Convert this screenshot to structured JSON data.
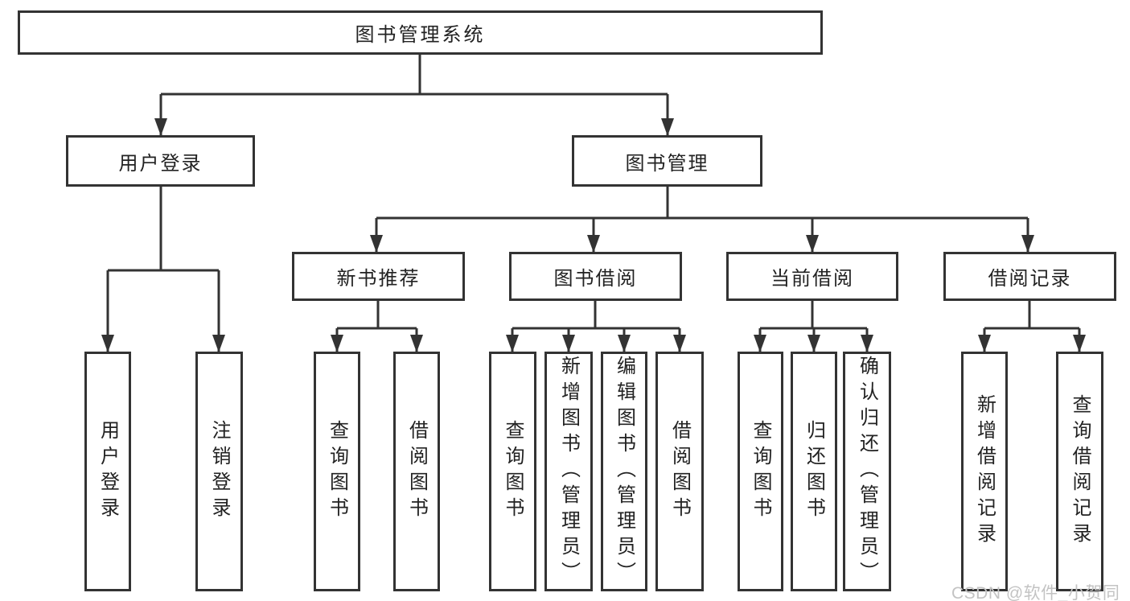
{
  "tree": {
    "label": "图书管理系统",
    "children": [
      {
        "label": "用户登录",
        "children": [
          {
            "label": "用户登录"
          },
          {
            "label": "注销登录"
          }
        ]
      },
      {
        "label": "图书管理",
        "children": [
          {
            "label": "新书推荐",
            "children": [
              {
                "label": "查询图书"
              },
              {
                "label": "借阅图书"
              }
            ]
          },
          {
            "label": "图书借阅",
            "children": [
              {
                "label": "查询图书"
              },
              {
                "label": "新增图书（管理员）"
              },
              {
                "label": "编辑图书（管理员）"
              },
              {
                "label": "借阅图书"
              }
            ]
          },
          {
            "label": "当前借阅",
            "children": [
              {
                "label": "查询图书"
              },
              {
                "label": "归还图书"
              },
              {
                "label": "确认归还（管理员）"
              }
            ]
          },
          {
            "label": "借阅记录",
            "children": [
              {
                "label": "新增借阅记录"
              },
              {
                "label": "查询借阅记录"
              }
            ]
          }
        ]
      }
    ]
  },
  "watermark": {
    "text": "CSDN @软件_小贺同学"
  },
  "colors": {
    "line": "#333333",
    "text": "#222222",
    "box_background": "#ffffff",
    "watermark": "#c3c3c3",
    "background": "#ffffff"
  }
}
